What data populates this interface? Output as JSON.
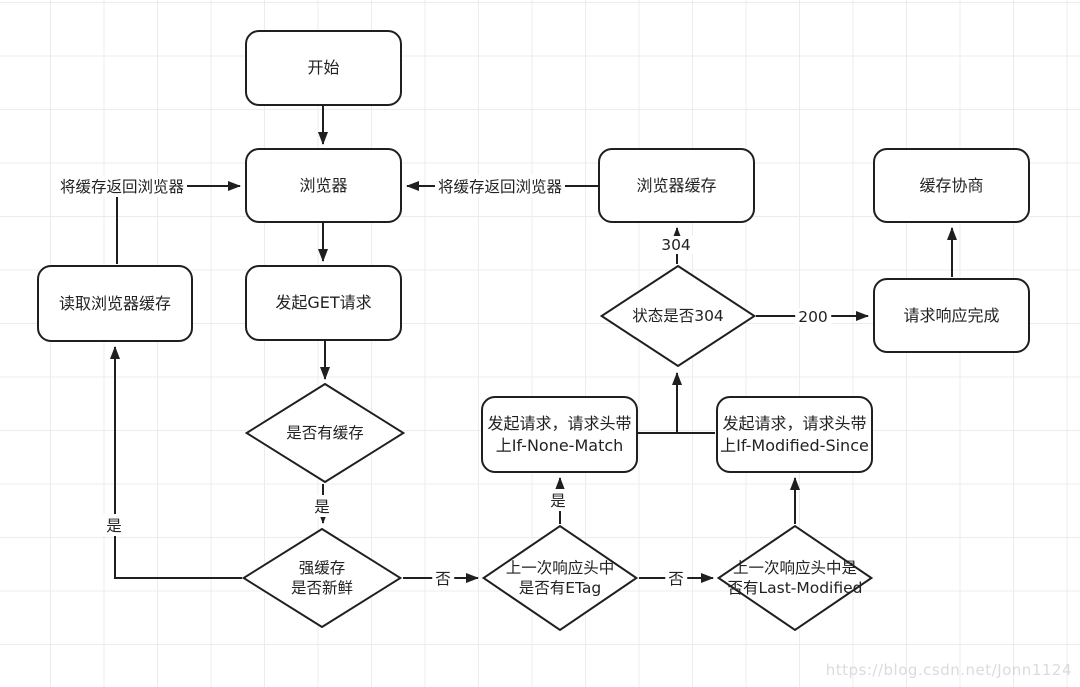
{
  "diagram": {
    "title": "browser-http-cache-flowchart",
    "line_color": "#1f1f1f",
    "grid_color": "#ececec",
    "node_fill": "#ffffff",
    "watermark": "https://blog.csdn.net/Jonn1124"
  },
  "nodes": {
    "start": {
      "label": "开始"
    },
    "browser": {
      "label": "浏览器"
    },
    "get_request": {
      "label": "发起GET请求"
    },
    "read_browser_cache": {
      "label": "读取浏览器缓存"
    },
    "browser_cache": {
      "label": "浏览器缓存"
    },
    "cache_negotiation": {
      "label": "缓存协商"
    },
    "request_response_complete": {
      "label": "请求响应完成"
    },
    "has_cache": {
      "label": "是否有缓存"
    },
    "strong_cache_fresh": {
      "line1": "强缓存",
      "line2": "是否新鲜"
    },
    "status_is_304": {
      "label": "状态是否304"
    },
    "request_if_none_match": {
      "line1": "发起请求，请求头带",
      "line2": "上If-None-Match"
    },
    "request_if_modified_since": {
      "line1": "发起请求，请求头带",
      "line2": "上If-Modified-Since"
    },
    "has_etag": {
      "line1": "上一次响应头中",
      "line2": "是否有ETag"
    },
    "has_last_modified": {
      "line1": "上一次响应头中是",
      "line2": "否有Last-Modified"
    }
  },
  "edge_labels": {
    "return_cache_to_browser_left": "将缓存返回浏览器",
    "return_cache_to_browser_right": "将缓存返回浏览器",
    "status_304": "304",
    "status_200": "200",
    "yes_after_has_cache": "是",
    "yes_to_read_cache": "是",
    "yes_to_if_none_match": "是",
    "no_after_strong_cache": "否",
    "no_after_etag": "否"
  }
}
